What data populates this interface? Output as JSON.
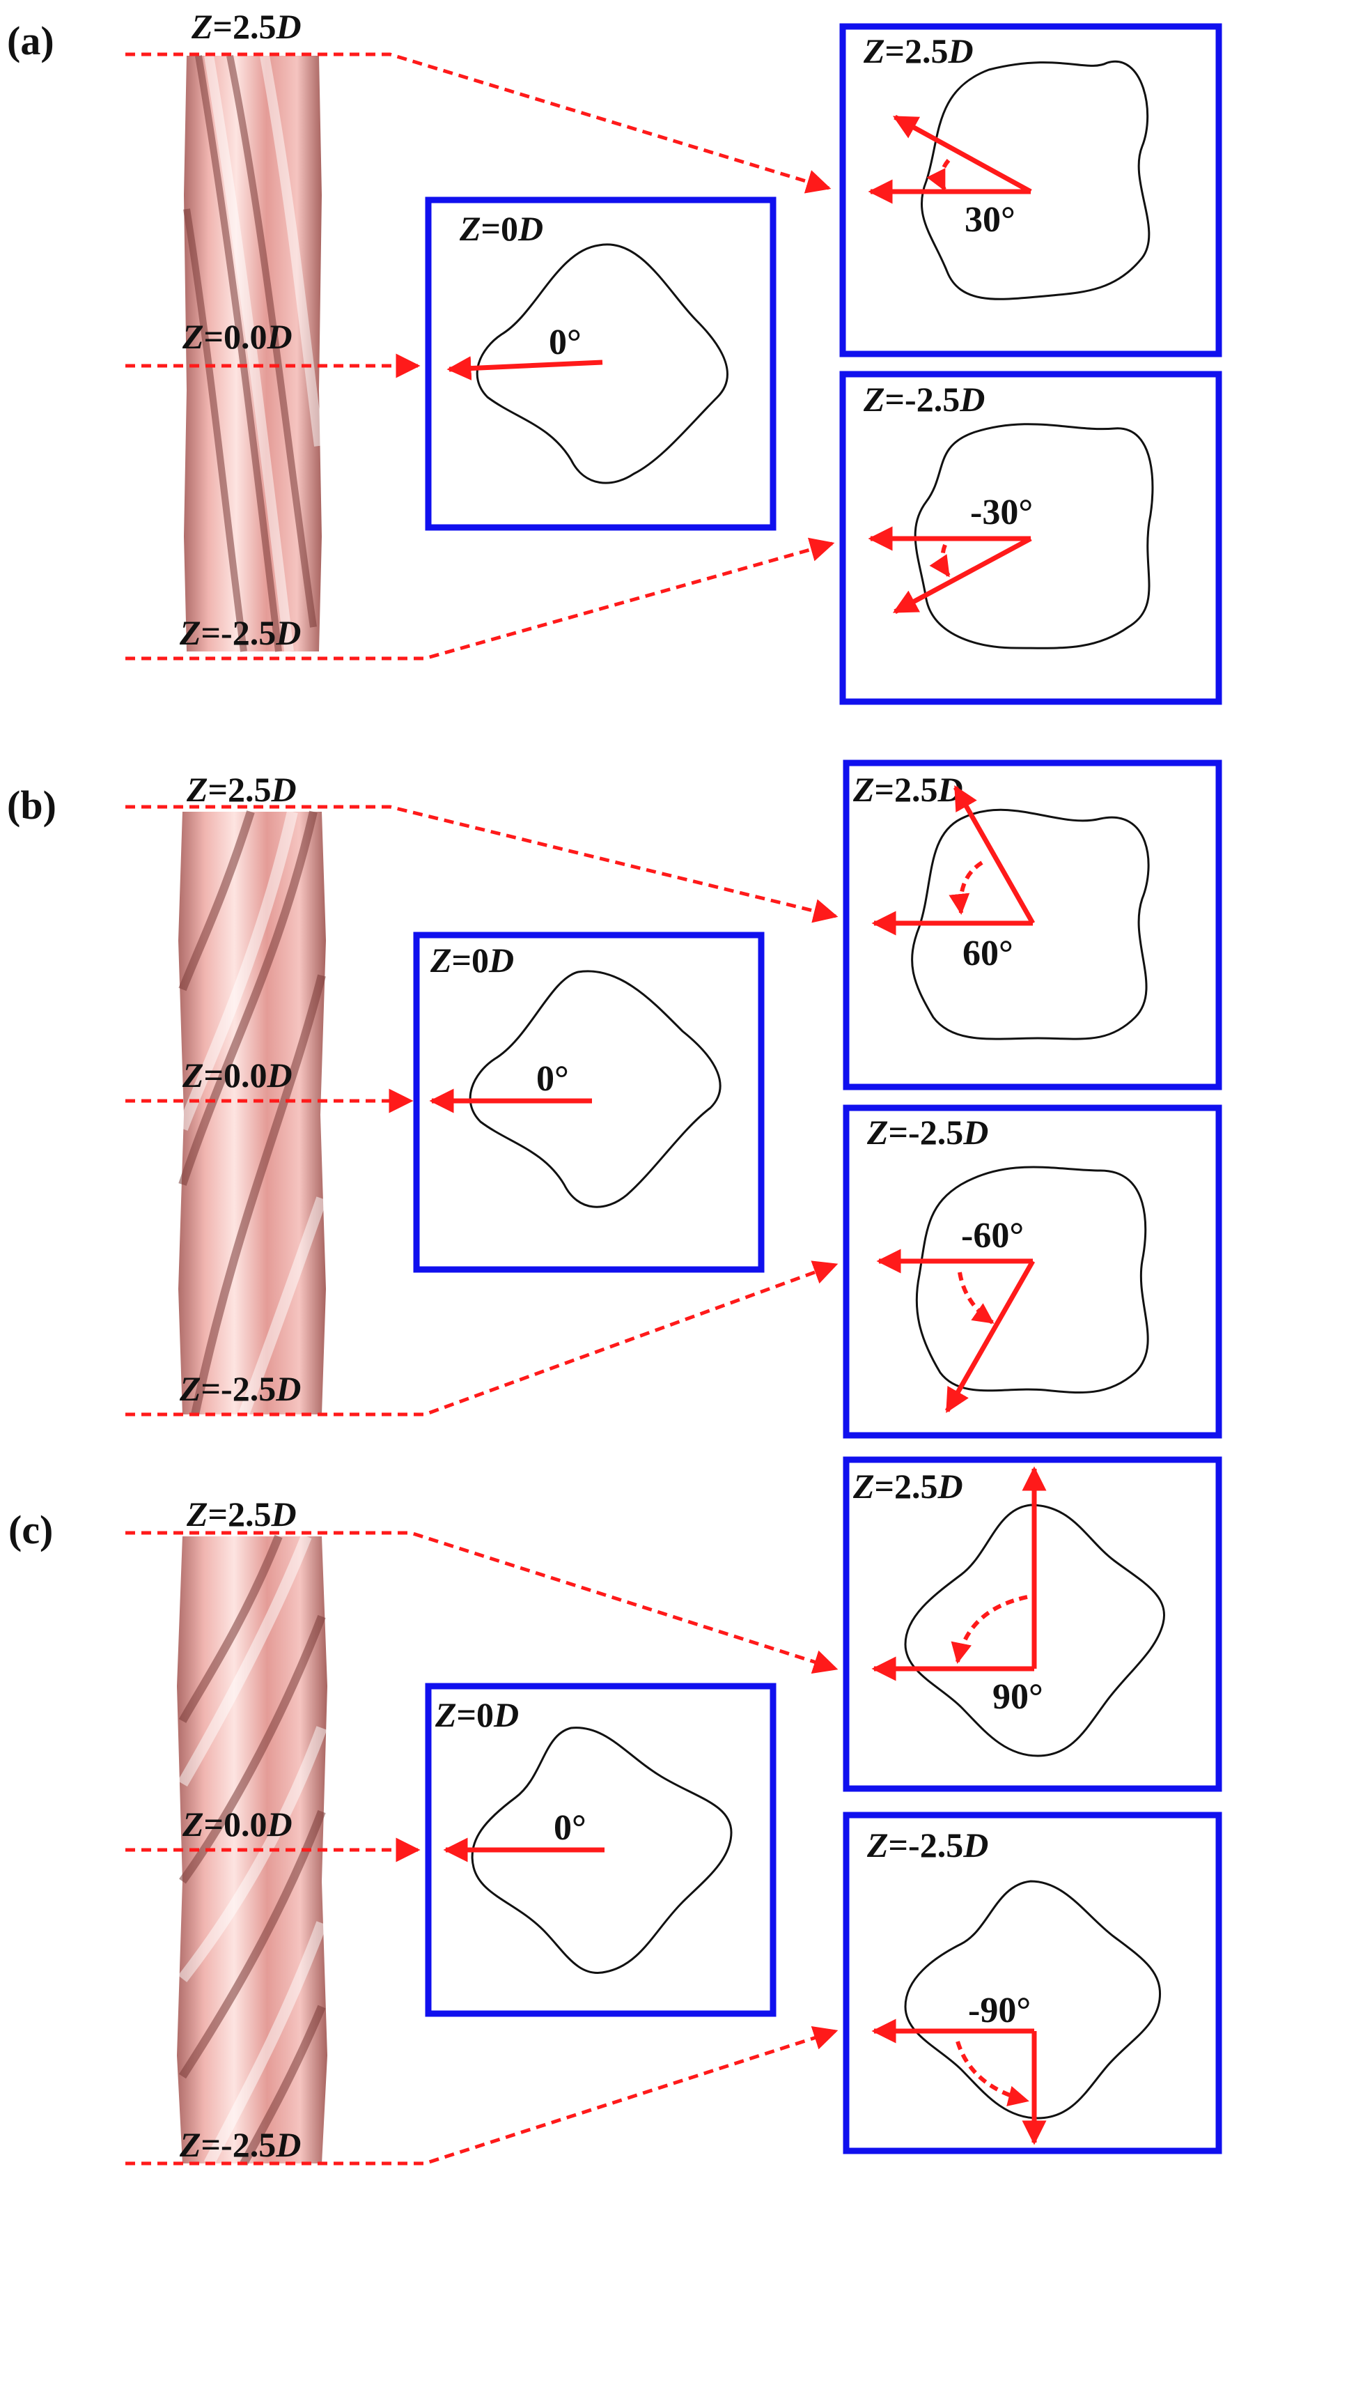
{
  "panels": [
    {
      "tag": "(a)",
      "cyl_top": {
        "z": "Z",
        "val": "=2.5",
        "d": "D"
      },
      "cyl_mid": {
        "z": "Z",
        "val": "=0.0",
        "d": "D"
      },
      "cyl_bot": {
        "z": "Z",
        "val": "=-2.5",
        "d": "D"
      },
      "center_box": {
        "z": "Z",
        "val": "=0",
        "d": "D",
        "angle": "0°"
      },
      "upper_box": {
        "z": "Z",
        "val": "=2.5",
        "d": "D",
        "angle": "30°"
      },
      "lower_box": {
        "z": "Z",
        "val": "=-2.5",
        "d": "D",
        "angle": "-30°"
      }
    },
    {
      "tag": "(b)",
      "cyl_top": {
        "z": "Z",
        "val": "=2.5",
        "d": "D"
      },
      "cyl_mid": {
        "z": "Z",
        "val": "=0.0",
        "d": "D"
      },
      "cyl_bot": {
        "z": "Z",
        "val": "=-2.5",
        "d": "D"
      },
      "center_box": {
        "z": "Z",
        "val": "=0",
        "d": "D",
        "angle": "0°"
      },
      "upper_box": {
        "z": "Z",
        "val": "=2.5",
        "d": "D",
        "angle": "60°"
      },
      "lower_box": {
        "z": "Z",
        "val": "=-2.5",
        "d": "D",
        "angle": "-60°"
      }
    },
    {
      "tag": "(c)",
      "cyl_top": {
        "z": "Z",
        "val": "=2.5",
        "d": "D"
      },
      "cyl_mid": {
        "z": "Z",
        "val": "=0.0",
        "d": "D"
      },
      "cyl_bot": {
        "z": "Z",
        "val": "=-2.5",
        "d": "D"
      },
      "center_box": {
        "z": "Z",
        "val": "=0",
        "d": "D",
        "angle": "0°"
      },
      "upper_box": {
        "z": "Z",
        "val": "=2.5",
        "d": "D",
        "angle": "90°"
      },
      "lower_box": {
        "z": "Z",
        "val": "=-2.5",
        "d": "D",
        "angle": "-90°"
      }
    }
  ],
  "colors": {
    "box": "#1010ee",
    "arrow": "#ff1a1a",
    "cylinder": "#e8a6a0"
  }
}
